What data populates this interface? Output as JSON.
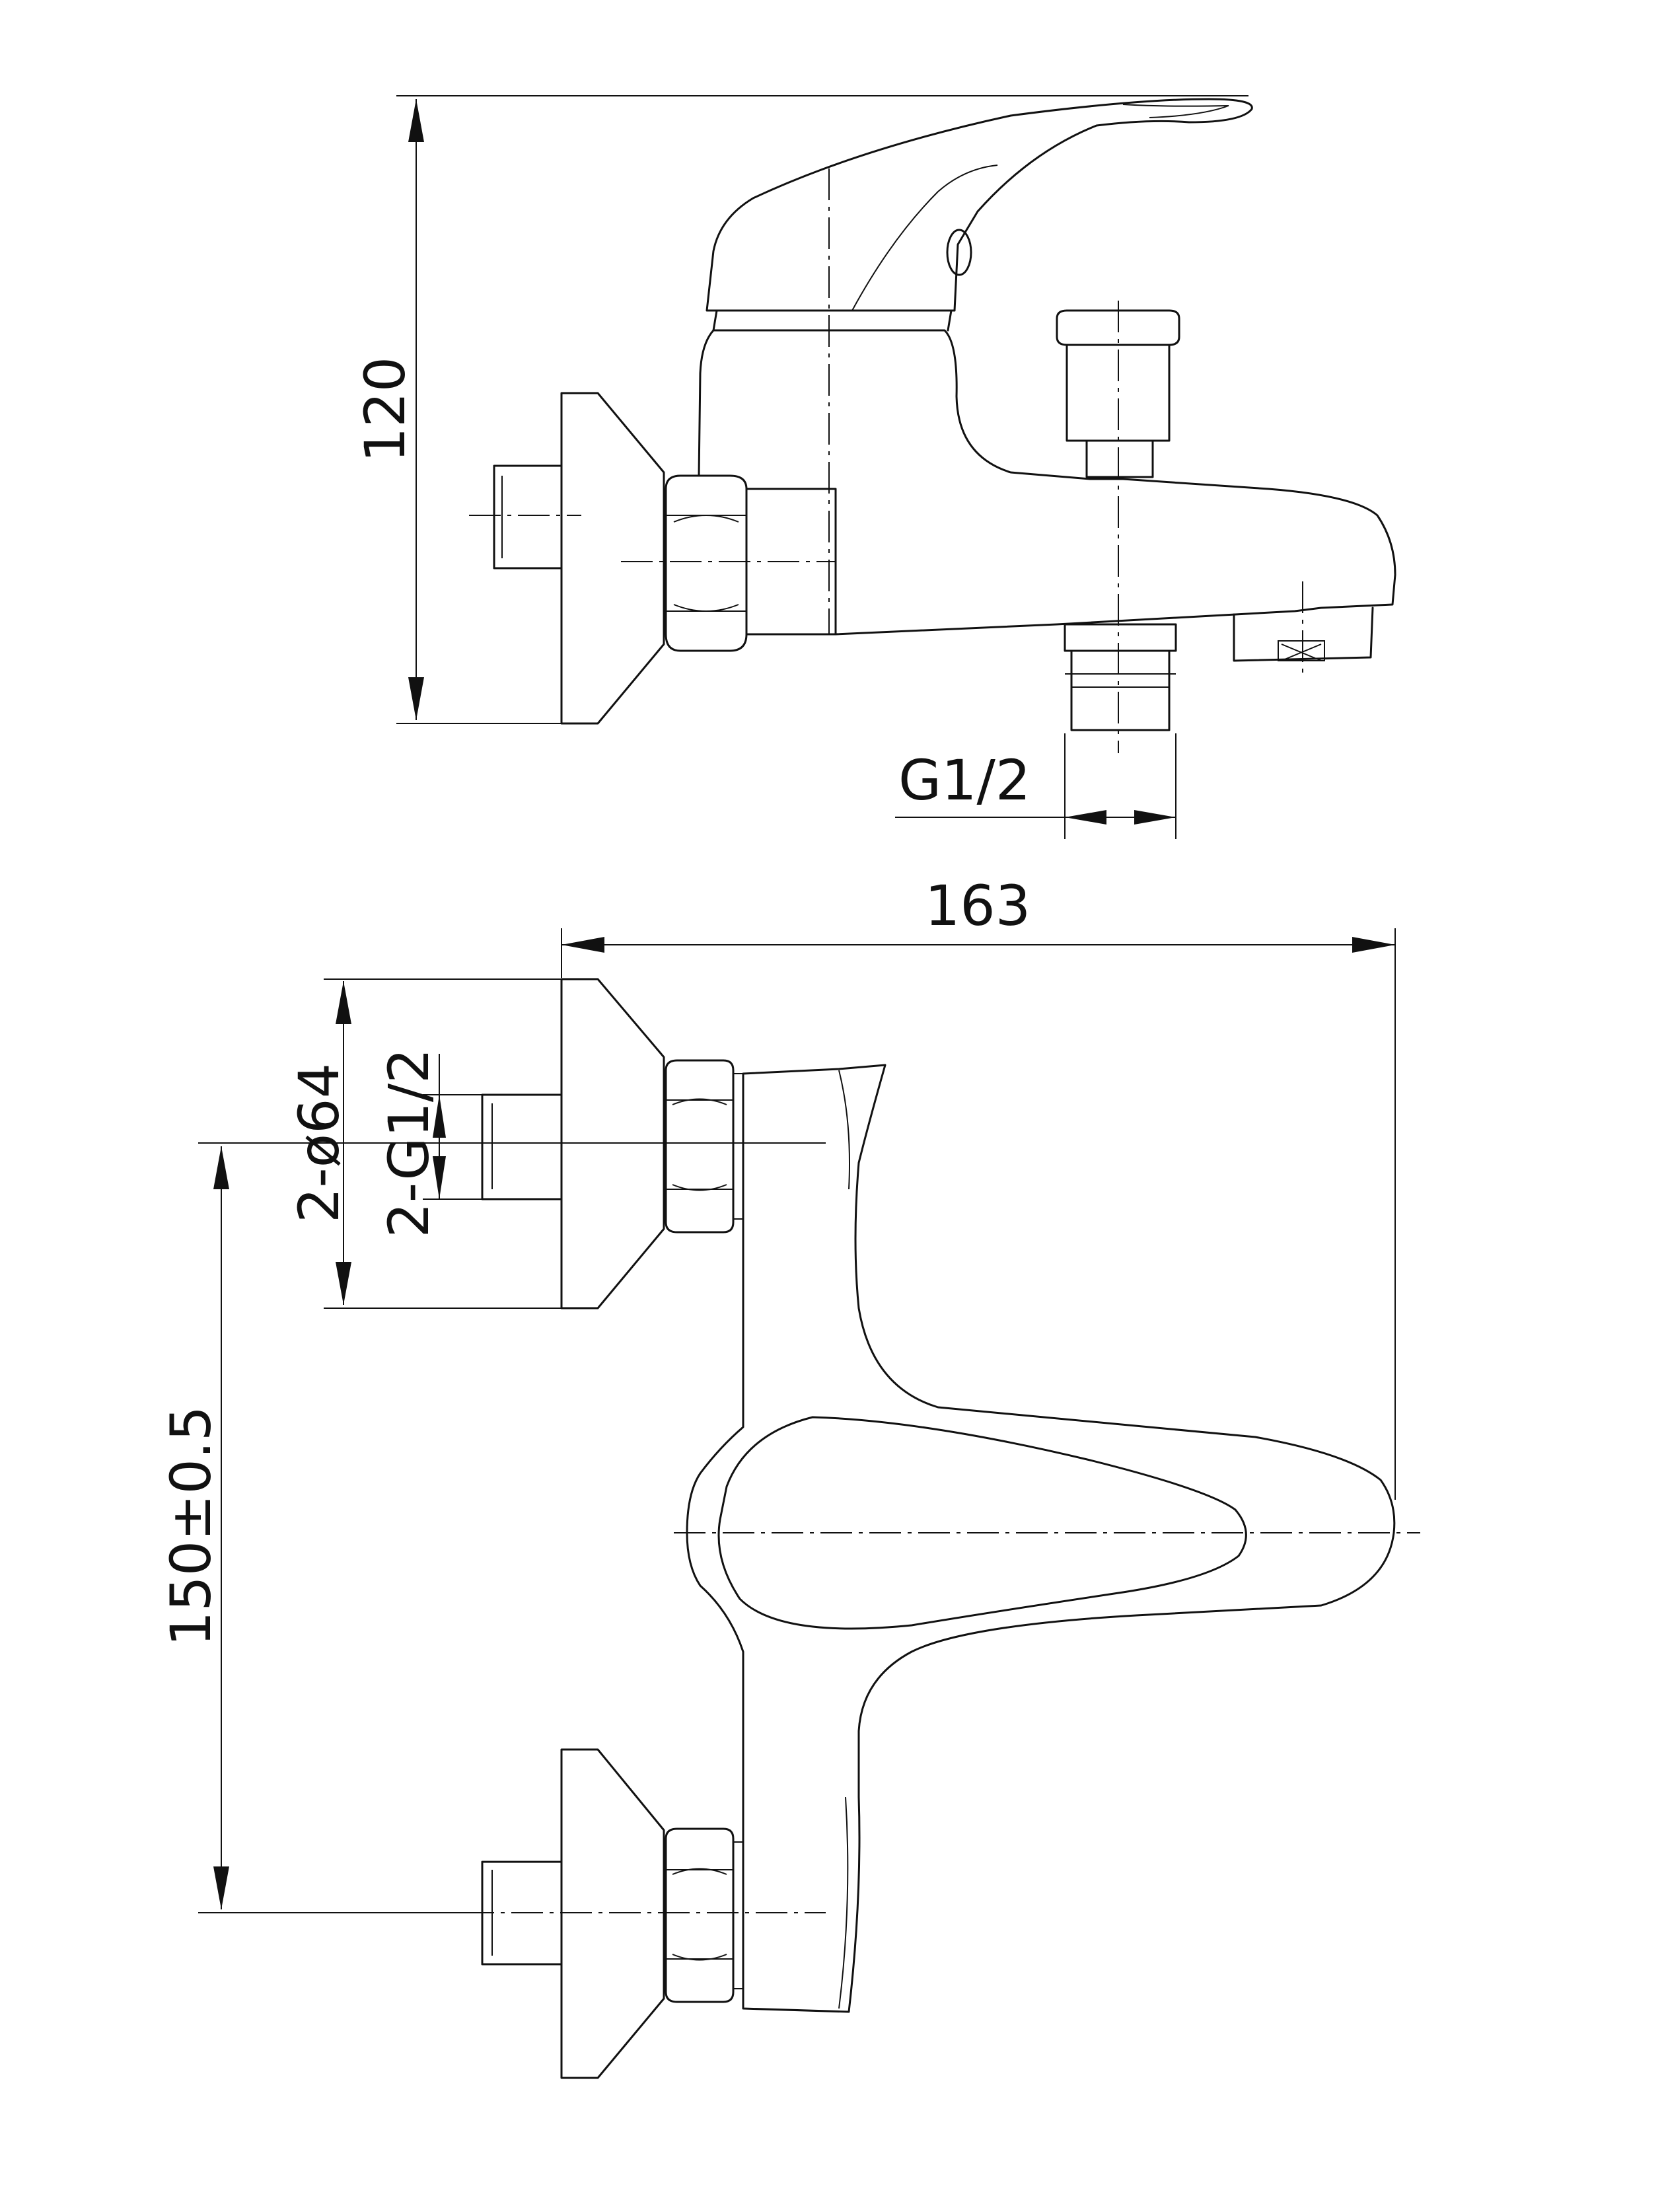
{
  "labels": {
    "height": "120",
    "outlet_thread": "G1/2",
    "overall_length": "163",
    "flange_diameter": "2-ø64",
    "inlet_thread": "2-G1/2",
    "inlet_spacing": "150±0.5"
  }
}
